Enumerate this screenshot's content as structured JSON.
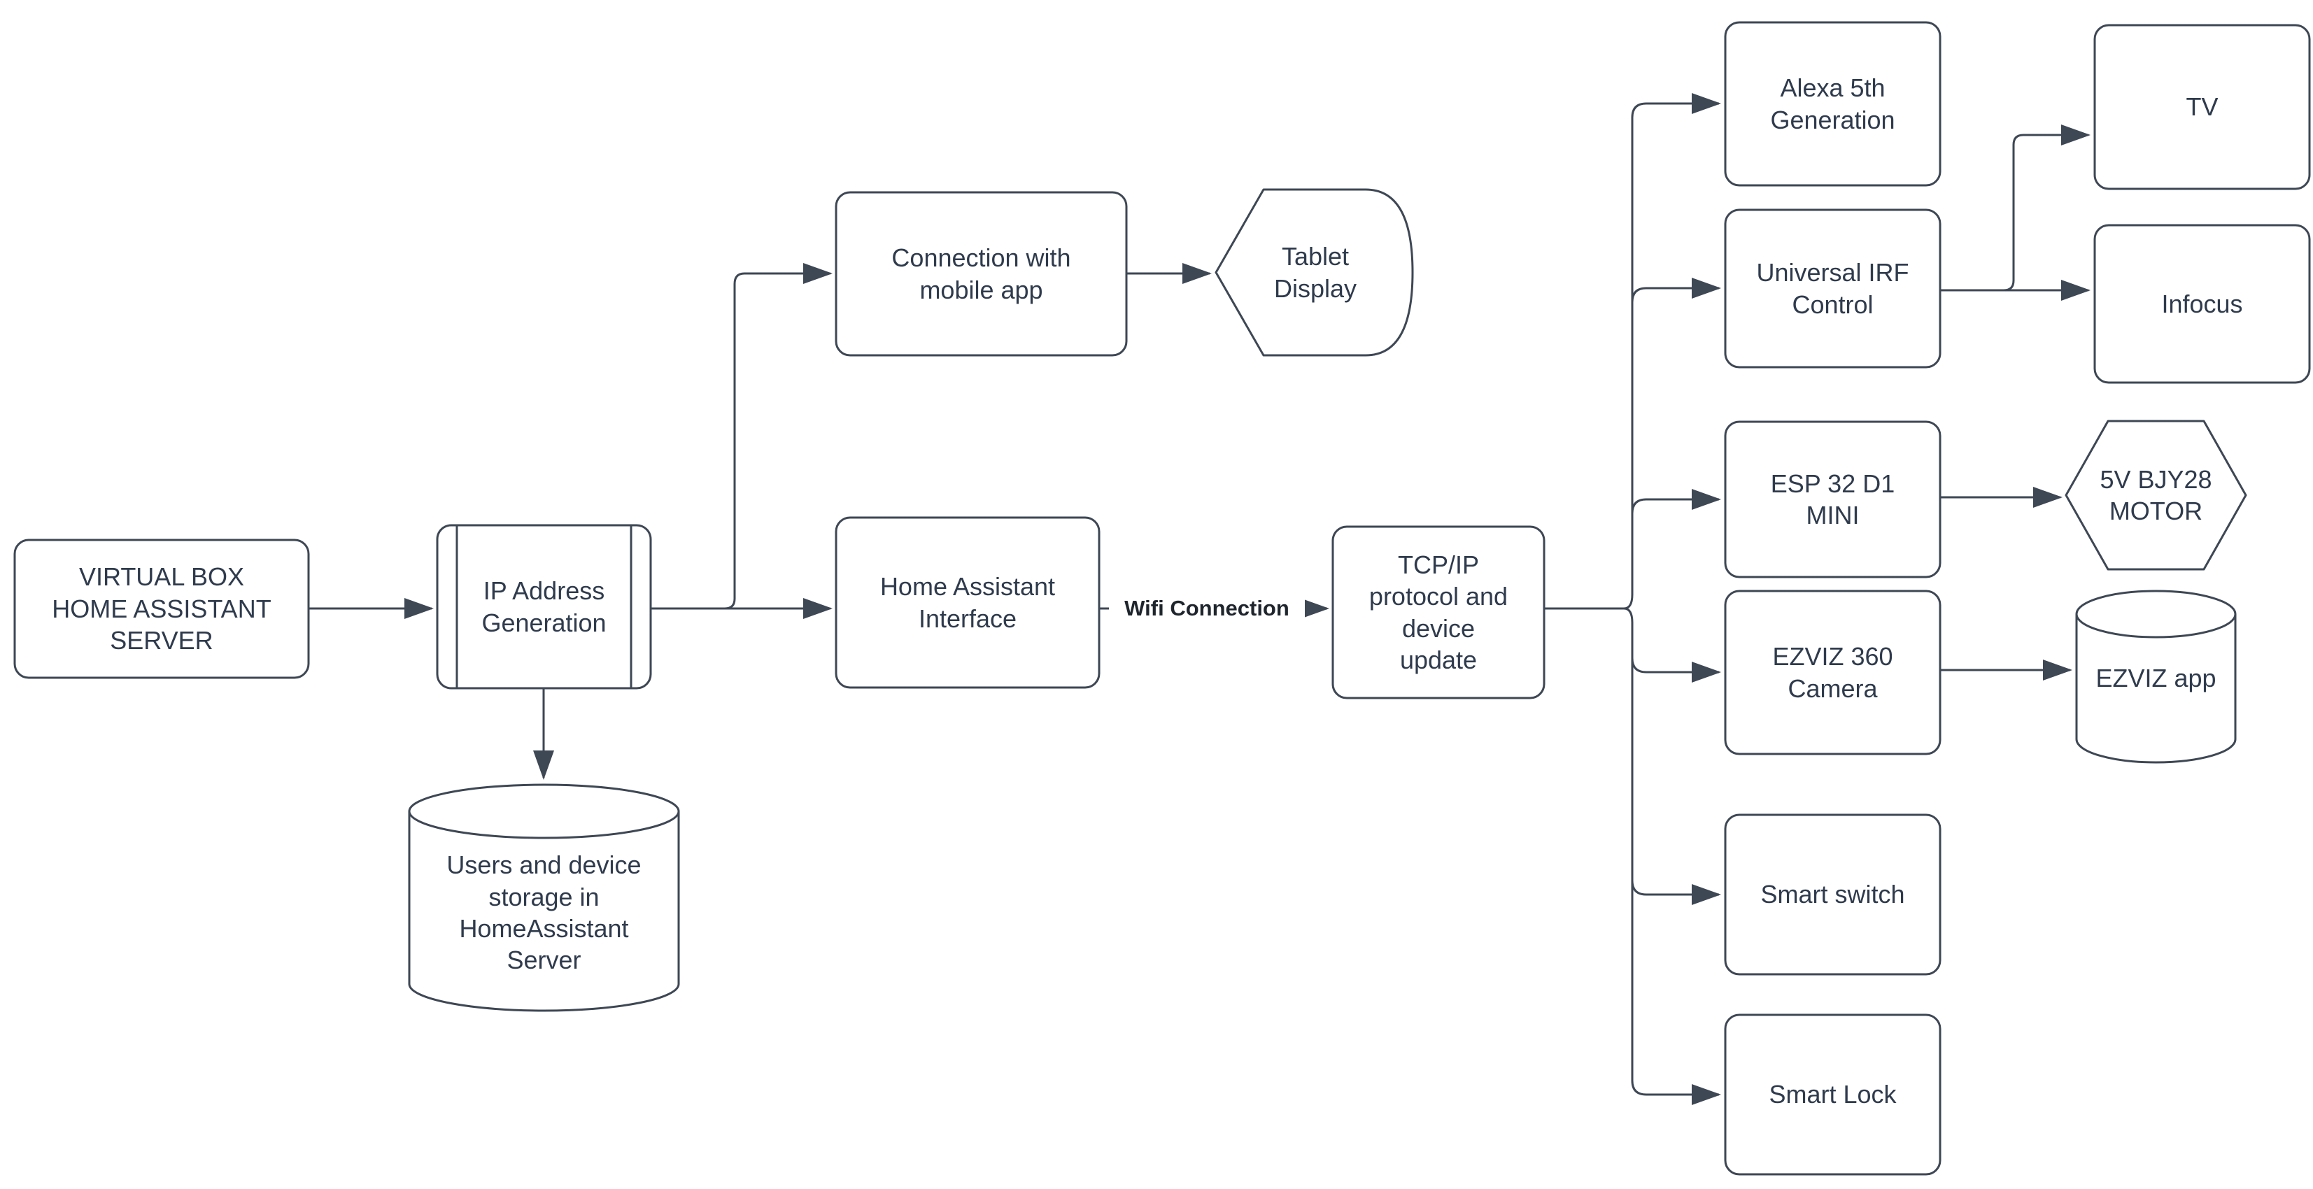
{
  "diagram": {
    "title_hint": "Home Assistant smart home architecture flowchart",
    "colors": {
      "background": "#FFFFFF",
      "shape_fill": "#FFFFFF",
      "stroke": "#3E4754",
      "node_text": "#2F3B4D",
      "edge_label_text": "#1F252D"
    },
    "nodes": {
      "virtual_box_server": {
        "shape": "rounded-rectangle",
        "label": "VIRTUAL BOX\nHOME ASSISTANT\nSERVER"
      },
      "ip_address_generation": {
        "shape": "predefined-process",
        "label": "IP Address\nGeneration"
      },
      "users_device_storage": {
        "shape": "cylinder",
        "label": "Users and device\nstorage in\nHomeAssistant\nServer"
      },
      "connection_mobile_app": {
        "shape": "rounded-rectangle",
        "label": "Connection with\nmobile app"
      },
      "tablet_display": {
        "shape": "display",
        "label": "Tablet Display"
      },
      "home_assistant_interface": {
        "shape": "rounded-rectangle",
        "label": "Home Assistant\nInterface"
      },
      "tcpip_protocol_update": {
        "shape": "rounded-rectangle",
        "label": "TCP/IP\nprotocol and\ndevice\nupdate"
      },
      "alexa_5th_generation": {
        "shape": "rounded-rectangle",
        "label": "Alexa 5th\nGeneration"
      },
      "tv": {
        "shape": "rounded-rectangle",
        "label": "TV"
      },
      "universal_irf_control": {
        "shape": "rounded-rectangle",
        "label": "Universal IRF\nControl"
      },
      "infocus": {
        "shape": "rounded-rectangle",
        "label": "Infocus"
      },
      "esp32_d1_mini": {
        "shape": "rounded-rectangle",
        "label": "ESP 32 D1\nMINI"
      },
      "motor_5v_bjy28": {
        "shape": "hexagon",
        "label": "5V BJY28\nMOTOR"
      },
      "ezviz_360_camera": {
        "shape": "rounded-rectangle",
        "label": "EZVIZ 360\nCamera"
      },
      "ezviz_app": {
        "shape": "cylinder",
        "label": "EZVIZ app"
      },
      "smart_switch": {
        "shape": "rounded-rectangle",
        "label": "Smart switch"
      },
      "smart_lock": {
        "shape": "rounded-rectangle",
        "label": "Smart Lock"
      }
    },
    "edges": {
      "wifi_label": "Wifi Connection",
      "connections": [
        {
          "from": "virtual_box_server",
          "to": "ip_address_generation"
        },
        {
          "from": "ip_address_generation",
          "to": "users_device_storage"
        },
        {
          "from": "ip_address_generation",
          "to": "connection_mobile_app"
        },
        {
          "from": "ip_address_generation",
          "to": "home_assistant_interface"
        },
        {
          "from": "connection_mobile_app",
          "to": "tablet_display"
        },
        {
          "from": "home_assistant_interface",
          "to": "tcpip_protocol_update",
          "label": "Wifi Connection"
        },
        {
          "from": "tcpip_protocol_update",
          "to": "alexa_5th_generation"
        },
        {
          "from": "tcpip_protocol_update",
          "to": "universal_irf_control"
        },
        {
          "from": "tcpip_protocol_update",
          "to": "esp32_d1_mini"
        },
        {
          "from": "tcpip_protocol_update",
          "to": "ezviz_360_camera"
        },
        {
          "from": "tcpip_protocol_update",
          "to": "smart_switch"
        },
        {
          "from": "tcpip_protocol_update",
          "to": "smart_lock"
        },
        {
          "from": "universal_irf_control",
          "to": "tv"
        },
        {
          "from": "universal_irf_control",
          "to": "infocus"
        },
        {
          "from": "esp32_d1_mini",
          "to": "motor_5v_bjy28"
        },
        {
          "from": "ezviz_360_camera",
          "to": "ezviz_app"
        }
      ]
    }
  }
}
